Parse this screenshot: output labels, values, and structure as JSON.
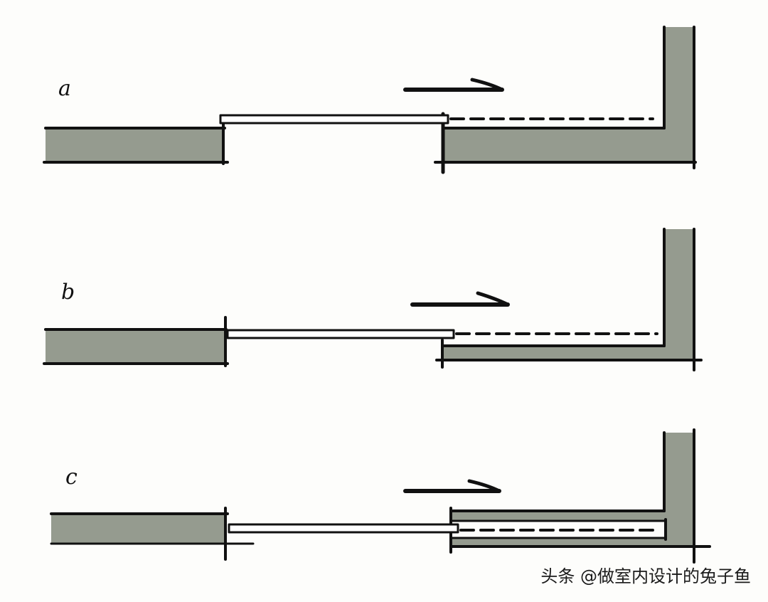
{
  "diagrams": [
    {
      "id": "a",
      "label": "a"
    },
    {
      "id": "b",
      "label": "b"
    },
    {
      "id": "c",
      "label": "c"
    }
  ],
  "watermark": "头条 @做室内设计的兔子鱼",
  "colors": {
    "wall_fill": "#959b8f",
    "ink": "#111111",
    "background": "#fdfdfb"
  }
}
